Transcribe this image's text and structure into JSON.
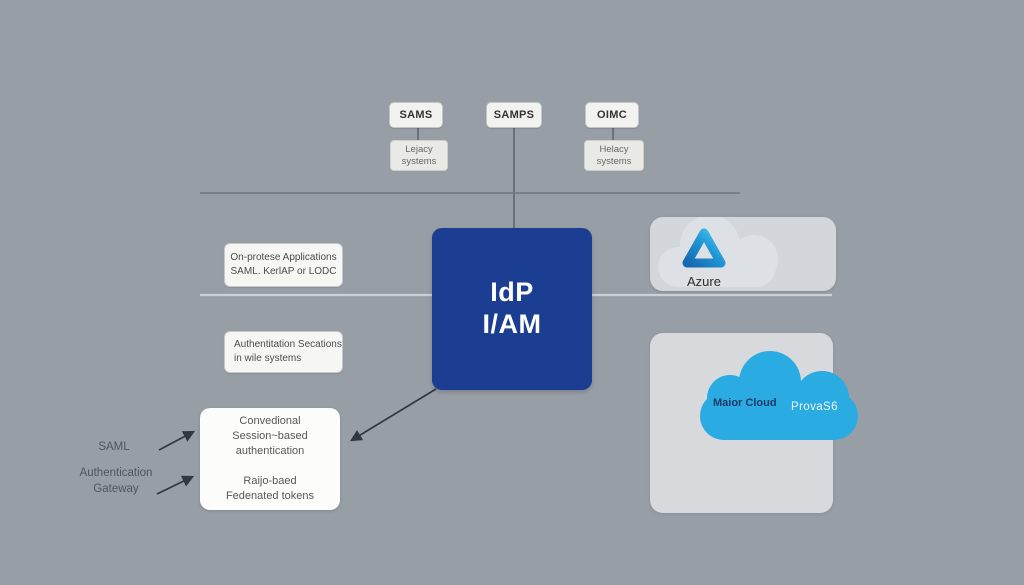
{
  "colors": {
    "background": "#979ea6",
    "idp_box": "#1b3d92",
    "cloud_blue": "#2aabe2",
    "card_gray": "#d3d6da"
  },
  "top_chips": {
    "chip1": {
      "label": "SAMS",
      "sub_line1": "Lejacy",
      "sub_line2": "systems"
    },
    "chip2": {
      "label": "SAMPS"
    },
    "chip3": {
      "label": "OIMC",
      "sub_line1": "Helacy",
      "sub_line2": "systems"
    }
  },
  "left_boxes": {
    "onprem": {
      "line1": "On-protese Applications",
      "line2": "SAML. KerlAP or LODC"
    },
    "auth": {
      "line1": "Authentitation Secations",
      "line2": "in wile systems"
    }
  },
  "idp": {
    "line1": "IdP",
    "line2": "I/AM"
  },
  "azure": {
    "label": "Azure"
  },
  "cloud": {
    "name": "Maior Cloud",
    "provider": "ProvaS6"
  },
  "session_box": {
    "para1_line1": "Convedional",
    "para1_line2": "Session~based",
    "para1_line3": "authentication",
    "para2_line1": "Raijo-baed",
    "para2_line2": "Fedenated tokens"
  },
  "left_labels": {
    "saml": "SAML",
    "gateway_line1": "Authentication",
    "gateway_line2": "Gateway"
  }
}
